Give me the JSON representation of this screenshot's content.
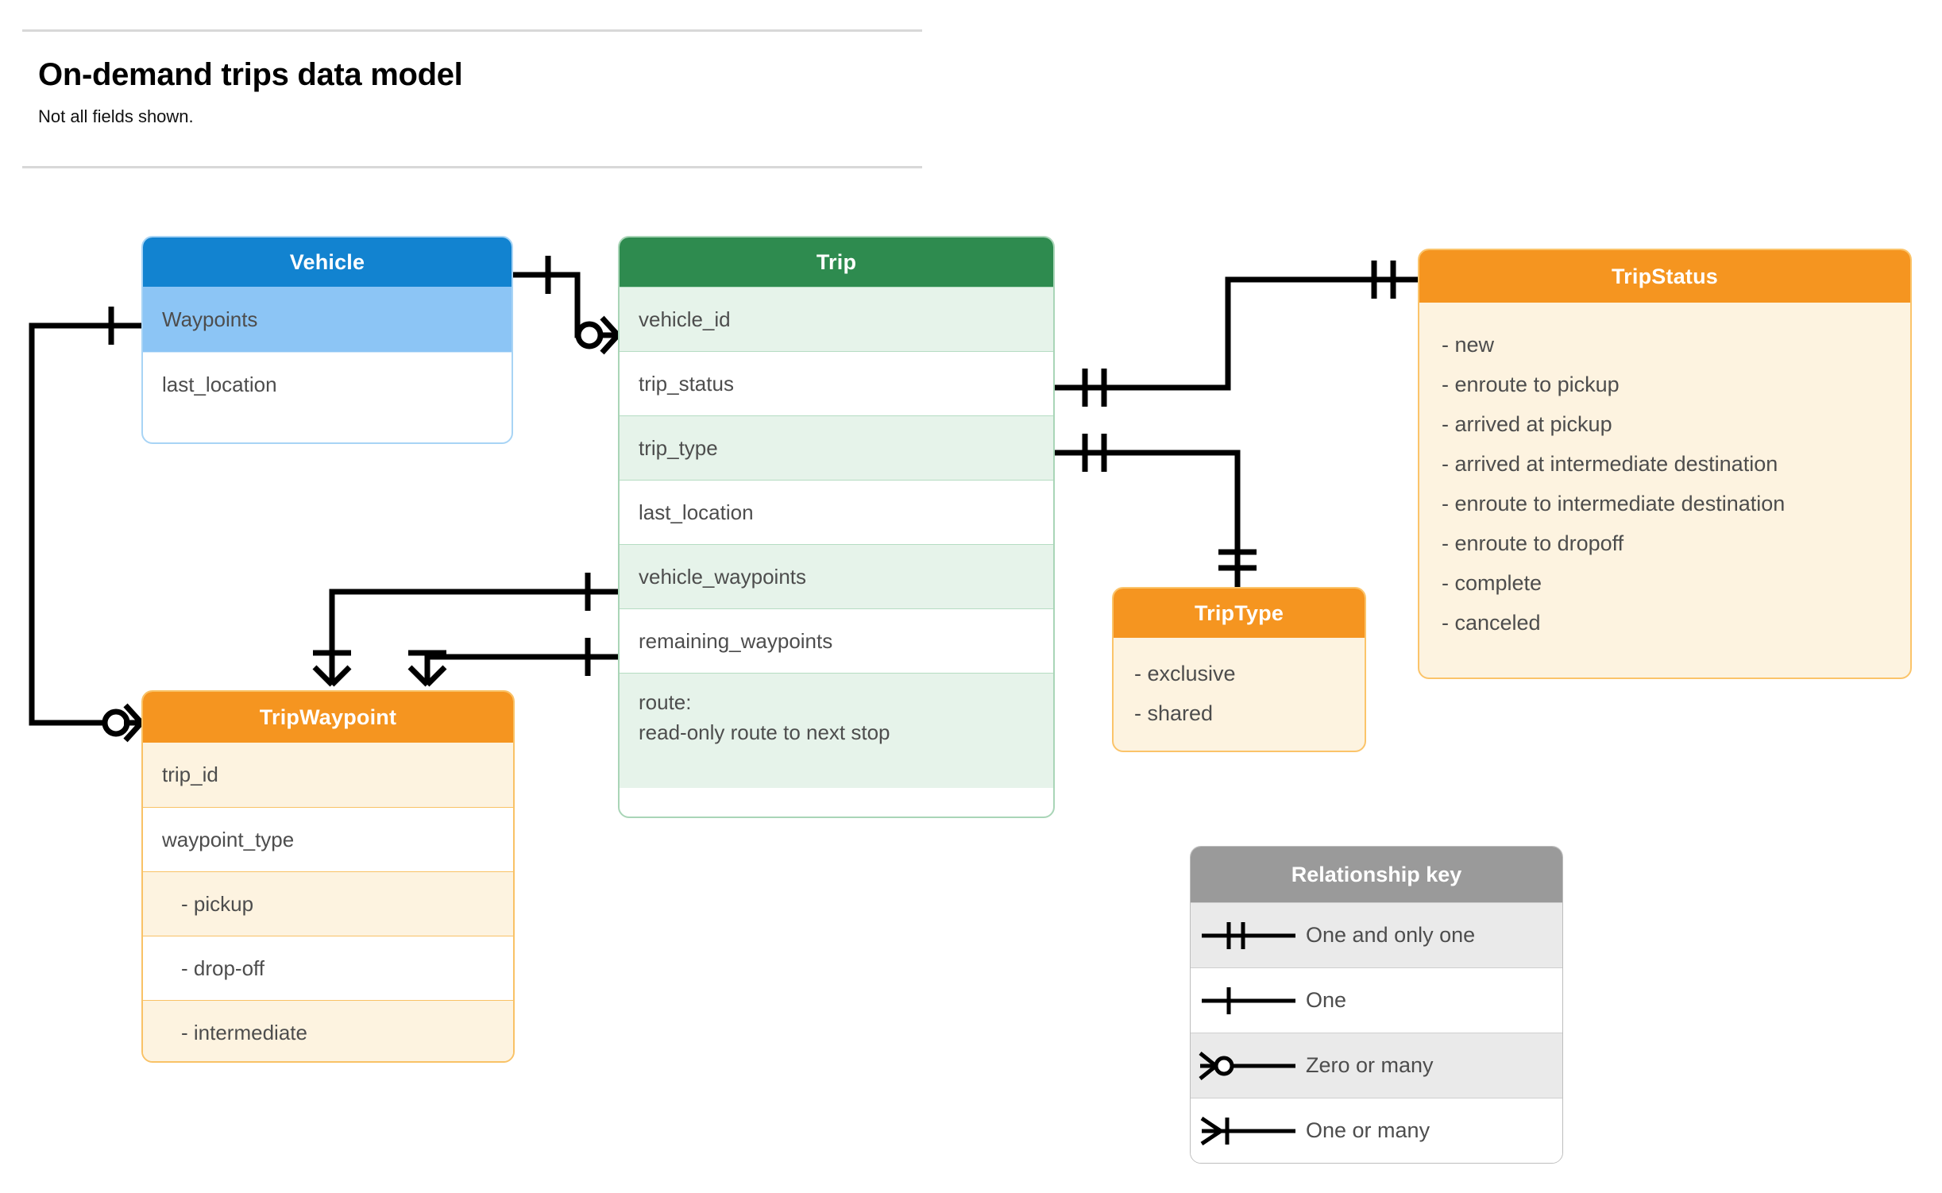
{
  "header": {
    "title": "On-demand trips data model",
    "subtitle": "Not all fields shown."
  },
  "entities": {
    "vehicle": {
      "name": "Vehicle",
      "header_color": "#1283d0",
      "fields": [
        {
          "label": "Waypoints"
        },
        {
          "label": "last_location"
        }
      ]
    },
    "trip": {
      "name": "Trip",
      "header_color": "#2e8b4f",
      "fields": [
        {
          "label": "vehicle_id"
        },
        {
          "label": "trip_status"
        },
        {
          "label": "trip_type"
        },
        {
          "label": "last_location"
        },
        {
          "label": "vehicle_waypoints"
        },
        {
          "label": "remaining_waypoints"
        },
        {
          "label": "route:",
          "label2": "read-only route to next stop"
        }
      ]
    },
    "trip_status": {
      "name": "TripStatus",
      "header_color": "#f59520",
      "values": [
        "- new",
        "- enroute to pickup",
        "- arrived at pickup",
        "- arrived at intermediate destination",
        "- enroute to intermediate destination",
        "- enroute to dropoff",
        "- complete",
        "- canceled"
      ]
    },
    "trip_type": {
      "name": "TripType",
      "header_color": "#f59520",
      "values": [
        "- exclusive",
        "- shared"
      ]
    },
    "trip_waypoint": {
      "name": "TripWaypoint",
      "header_color": "#f59520",
      "fields": [
        {
          "label": "trip_id"
        },
        {
          "label": "waypoint_type"
        },
        {
          "label": "-  pickup"
        },
        {
          "label": "-  drop-off"
        },
        {
          "label": "-  intermediate"
        }
      ]
    }
  },
  "legend": {
    "title": "Relationship key",
    "header_color": "#9a9a9a",
    "rows": [
      {
        "symbol": "one-and-only-one-icon",
        "label": "One and only one"
      },
      {
        "symbol": "one-icon",
        "label": "One"
      },
      {
        "symbol": "zero-or-many-icon",
        "label": "Zero or many"
      },
      {
        "symbol": "one-or-many-icon",
        "label": "One or many"
      }
    ]
  },
  "relationships": [
    {
      "from": "Vehicle",
      "to": "Trip.vehicle_id",
      "from_card": "One",
      "to_card": "Zero or many"
    },
    {
      "from": "Vehicle.Waypoints",
      "to": "TripWaypoint",
      "from_card": "One",
      "to_card": "Zero or many"
    },
    {
      "from": "Trip.trip_status",
      "to": "TripStatus",
      "from_card": "One and only one",
      "to_card": "One and only one"
    },
    {
      "from": "Trip.trip_type",
      "to": "TripType",
      "from_card": "One and only one",
      "to_card": "One and only one"
    },
    {
      "from": "Trip.vehicle_waypoints",
      "to": "TripWaypoint",
      "from_card": "One",
      "to_card": "One or many"
    },
    {
      "from": "Trip.remaining_waypoints",
      "to": "TripWaypoint",
      "from_card": "One",
      "to_card": "One or many"
    }
  ]
}
